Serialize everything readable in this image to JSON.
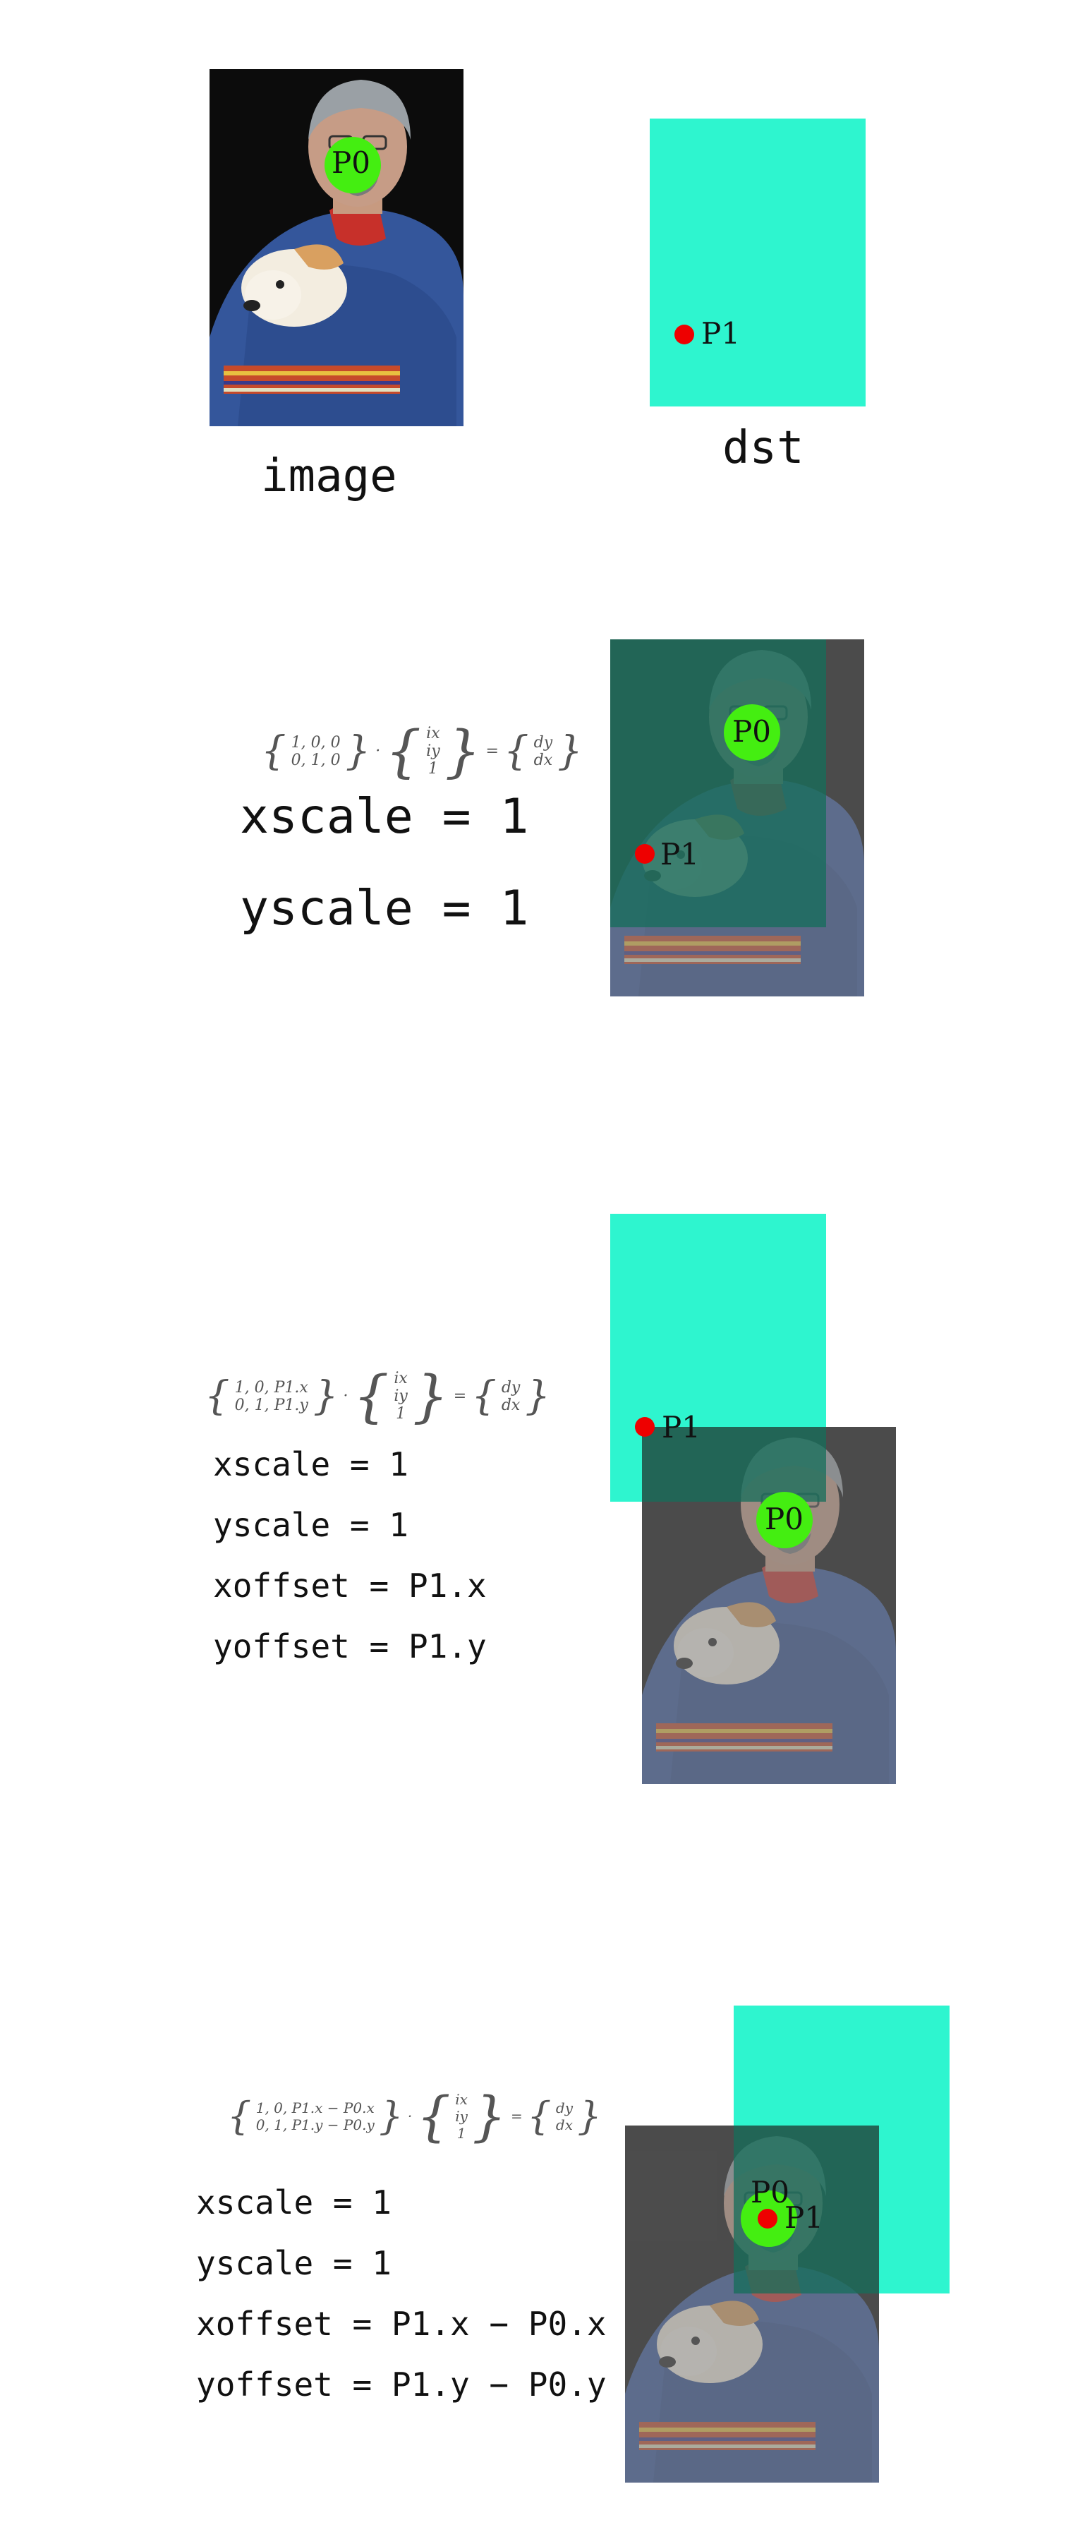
{
  "colors": {
    "dst": "#2ef5cf",
    "p0_marker": "#44ee11",
    "p1_marker": "#ee0000",
    "overlay": "#808080"
  },
  "section1": {
    "image_caption": "image",
    "dst_caption": "dst",
    "p0_label": "P0",
    "p1_label": "P1"
  },
  "section2": {
    "matrix_row1": "1, 0, 0",
    "matrix_row2": "0, 1, 0",
    "vector": [
      "ix",
      "iy",
      "1"
    ],
    "result": [
      "dy",
      "dx"
    ],
    "xscale": "xscale = 1",
    "yscale": "yscale = 1",
    "p0_label": "P0",
    "p1_label": "P1"
  },
  "section3": {
    "matrix_row1": "1, 0, P1.x",
    "matrix_row2": "0, 1, P1.y",
    "vector": [
      "ix",
      "iy",
      "1"
    ],
    "result": [
      "dy",
      "dx"
    ],
    "xscale": "xscale = 1",
    "yscale": "yscale = 1",
    "xoffset": "xoffset = P1.x",
    "yoffset": "yoffset = P1.y",
    "p0_label": "P0",
    "p1_label": "P1"
  },
  "section4": {
    "matrix_row1": "1, 0, P1.x − P0.x",
    "matrix_row2": "0, 1, P1.y − P0.y",
    "vector": [
      "ix",
      "iy",
      "1"
    ],
    "result": [
      "dy",
      "dx"
    ],
    "xscale": "xscale = 1",
    "yscale": "yscale = 1",
    "xoffset": "xoffset = P1.x − P0.x",
    "yoffset": "yoffset = P1.y − P0.y",
    "p0_label": "P0",
    "p1_label": "P1"
  }
}
